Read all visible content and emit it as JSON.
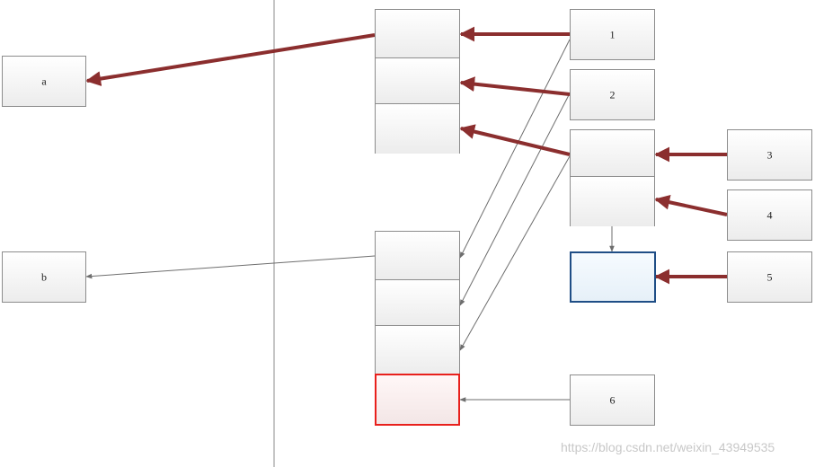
{
  "nodes": {
    "a": "a",
    "b": "b",
    "n1": "1",
    "n2": "2",
    "n3": "3",
    "n4": "4",
    "n5": "5",
    "n6": "6"
  },
  "watermark": "https://blog.csdn.net/weixin_43949535",
  "colors": {
    "thick_arrow": "#8b2e2e",
    "thin_arrow": "#6e6e6e",
    "divider": "#8c8c8c",
    "highlight_blue": "#1f4e86",
    "highlight_red": "#e8201c"
  }
}
